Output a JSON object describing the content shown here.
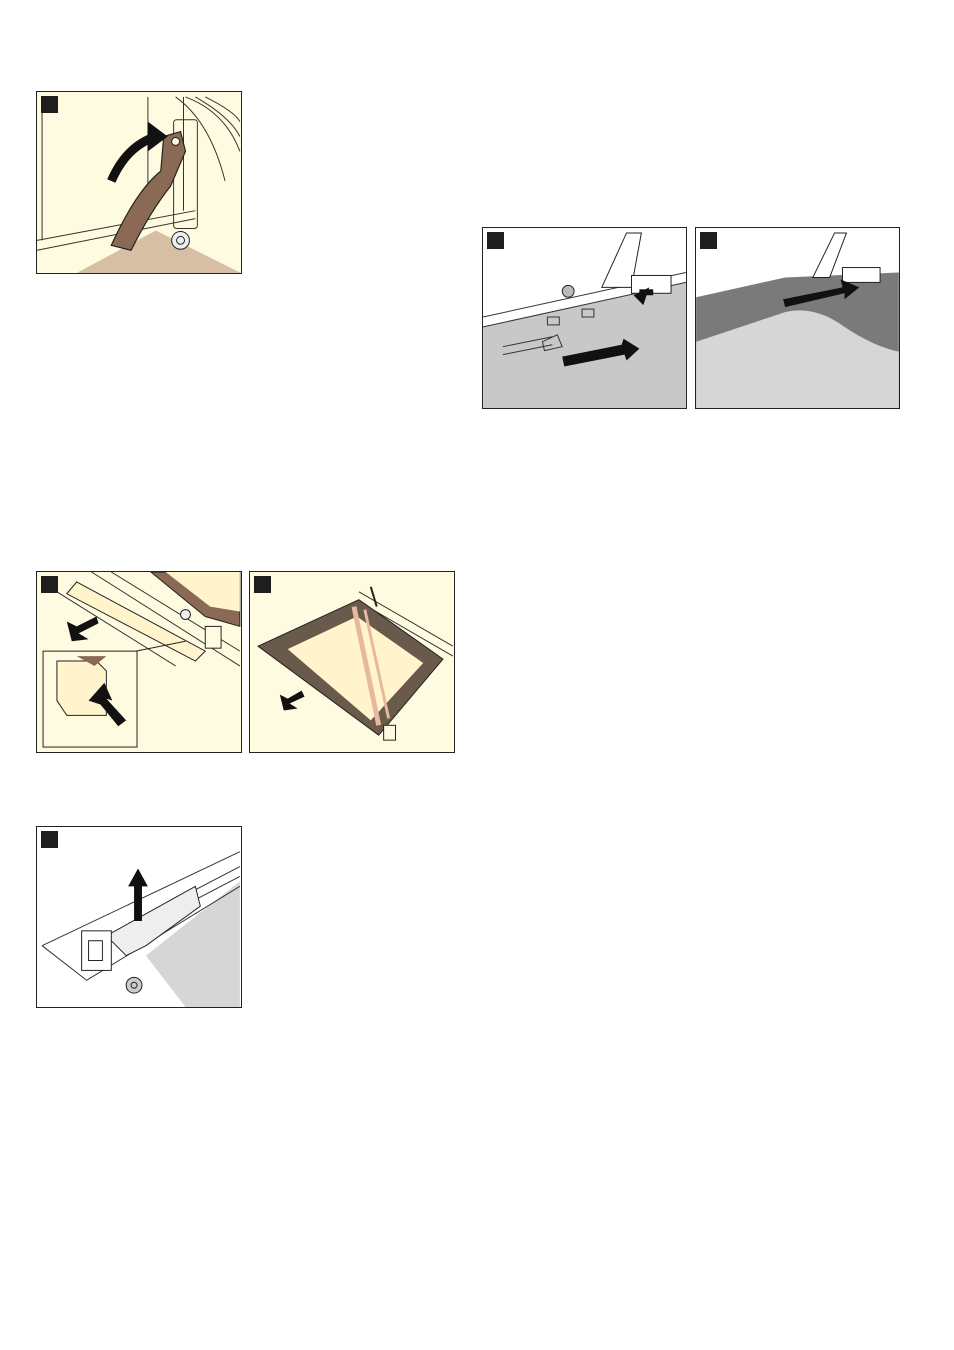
{
  "page": {
    "background": "#ffffff"
  },
  "colors": {
    "panel_beige": "#fffbe0",
    "panel_white": "#ffffff",
    "panel_border": "#222222",
    "step_badge": "#1e1e1e",
    "hinge_brown": "#8a6a55",
    "floor_tan": "#d7bfa3",
    "glass_cream": "#fff4cc",
    "door_dark": "#6a5a4c",
    "cover_dark_gray": "#7a7a7a",
    "cover_light_gray": "#d6d6d6",
    "arrow_black": "#111111"
  },
  "figures": [
    {
      "id": "fig-1",
      "subject": "hinge-lever-fold",
      "icons": [
        "curved-arrow-icon"
      ]
    },
    {
      "id": "fig-2",
      "subject": "clip-slide-in",
      "icons": [
        "right-arrow-icon",
        "left-arrow-icon"
      ]
    },
    {
      "id": "fig-3",
      "subject": "cover-slide-in",
      "icons": [
        "right-arrow-icon"
      ]
    },
    {
      "id": "fig-4",
      "subject": "door-strip-pull-out",
      "icons": [
        "diagonal-arrow-icon",
        "press-arrow-icon"
      ]
    },
    {
      "id": "fig-5",
      "subject": "glass-pane-remove",
      "icons": [
        "diagonal-arrow-icon"
      ]
    },
    {
      "id": "fig-6",
      "subject": "hinge-lift-out",
      "icons": [
        "up-arrow-icon"
      ]
    }
  ]
}
